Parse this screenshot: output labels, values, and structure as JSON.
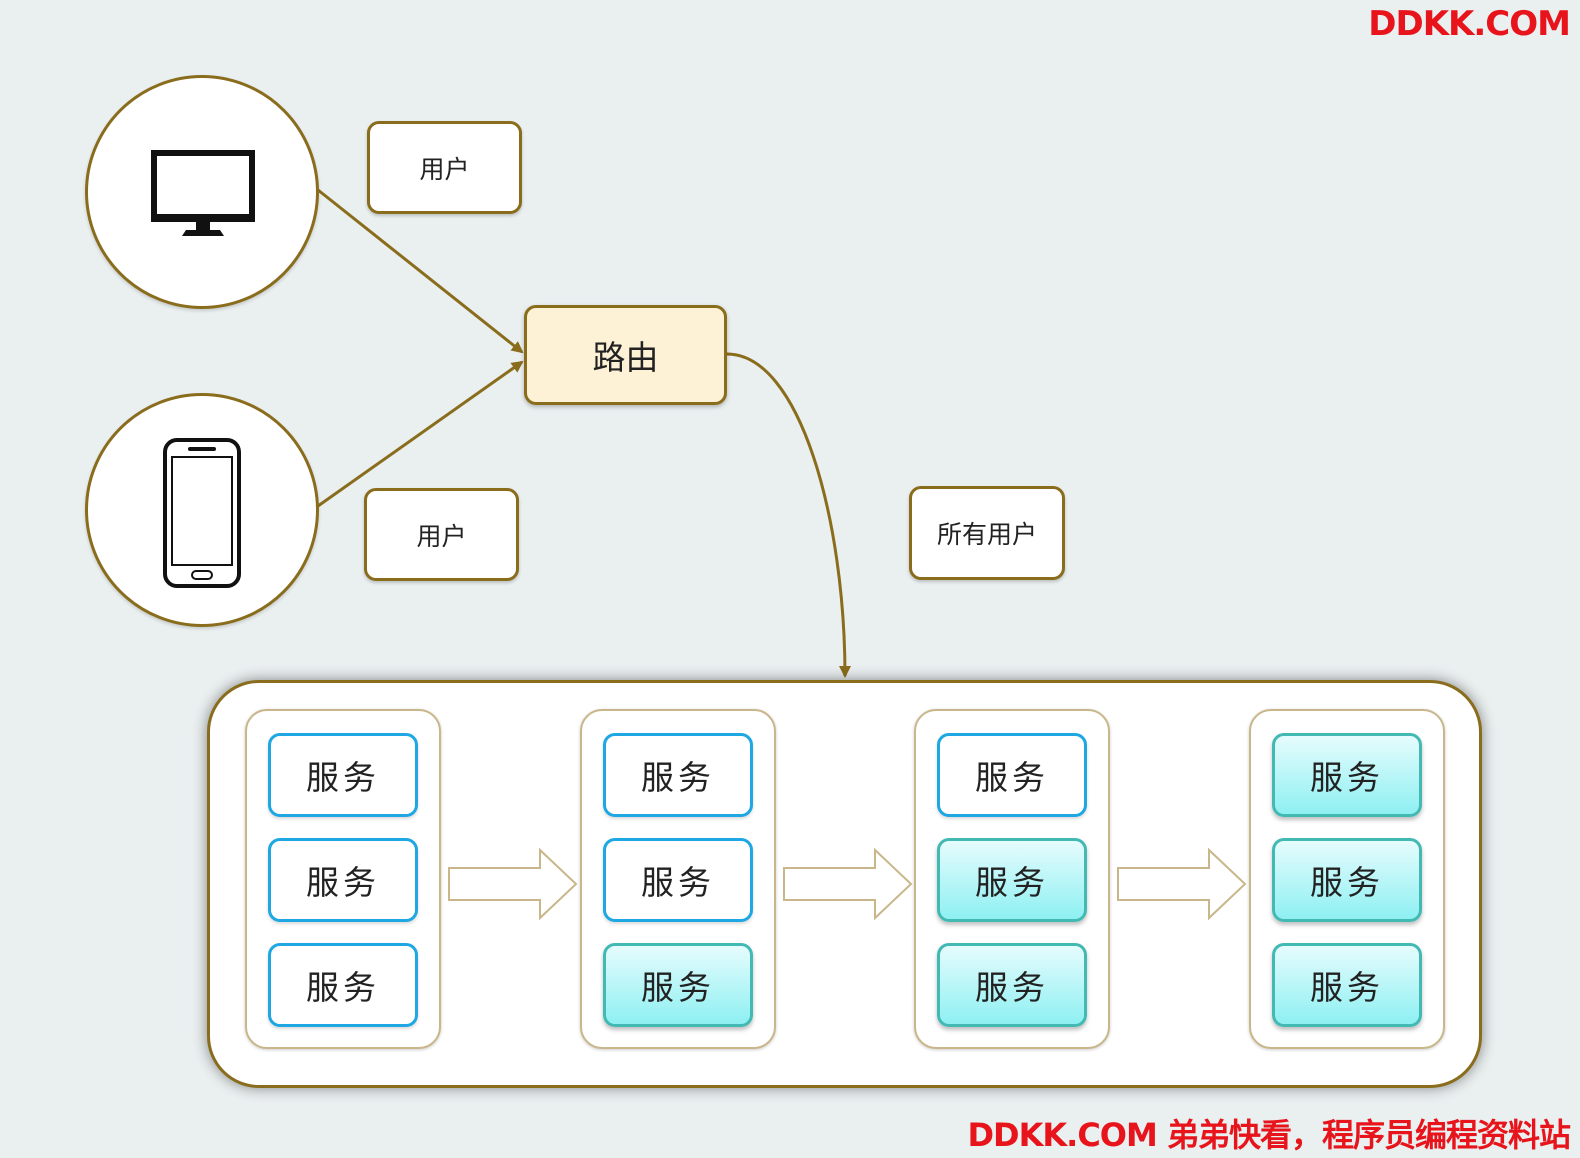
{
  "watermark": {
    "top": "DDKK.COM",
    "bottom": "DDKK.COM 弟弟快看，程序员编程资料站"
  },
  "clients": [
    {
      "icon": "desktop-monitor-icon",
      "label": "用户"
    },
    {
      "icon": "smartphone-icon",
      "label": "用户"
    }
  ],
  "router": {
    "label": "路由"
  },
  "route_edge_label": "所有用户",
  "deployment_groups": [
    {
      "services": [
        {
          "label": "服务",
          "version": "old"
        },
        {
          "label": "服务",
          "version": "old"
        },
        {
          "label": "服务",
          "version": "old"
        }
      ]
    },
    {
      "services": [
        {
          "label": "服务",
          "version": "old"
        },
        {
          "label": "服务",
          "version": "old"
        },
        {
          "label": "服务",
          "version": "new"
        }
      ]
    },
    {
      "services": [
        {
          "label": "服务",
          "version": "old"
        },
        {
          "label": "服务",
          "version": "new"
        },
        {
          "label": "服务",
          "version": "new"
        }
      ]
    },
    {
      "services": [
        {
          "label": "服务",
          "version": "new"
        },
        {
          "label": "服务",
          "version": "new"
        },
        {
          "label": "服务",
          "version": "new"
        }
      ]
    }
  ],
  "colors": {
    "border_gold": "#8a6d1c",
    "router_fill": "#fdf1d6",
    "old_service_border": "#1ea7e3",
    "new_service_fill": "#8ef0f2",
    "watermark_red": "#e8141c"
  }
}
